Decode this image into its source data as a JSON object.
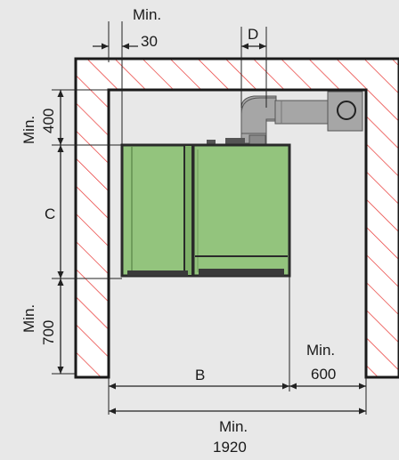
{
  "labels": {
    "min_30_title": "Min.",
    "min_30_value": "30",
    "d": "D",
    "min_400_title": "Min.",
    "min_400_value": "400",
    "c": "C",
    "min_700_title": "Min.",
    "min_700_value": "700",
    "b": "B",
    "min_600_title": "Min.",
    "min_600_value": "600",
    "min_1920_title": "Min.",
    "min_1920_value": "1920"
  },
  "colors": {
    "background": "#e8e8e8",
    "wall_fill": "#ffffff",
    "hatch": "#e8322f",
    "unit_green": "#93c47d",
    "unit_outline": "#2a2a2a",
    "flue_gray": "#a6a6a6",
    "dimension_line": "#222222"
  }
}
